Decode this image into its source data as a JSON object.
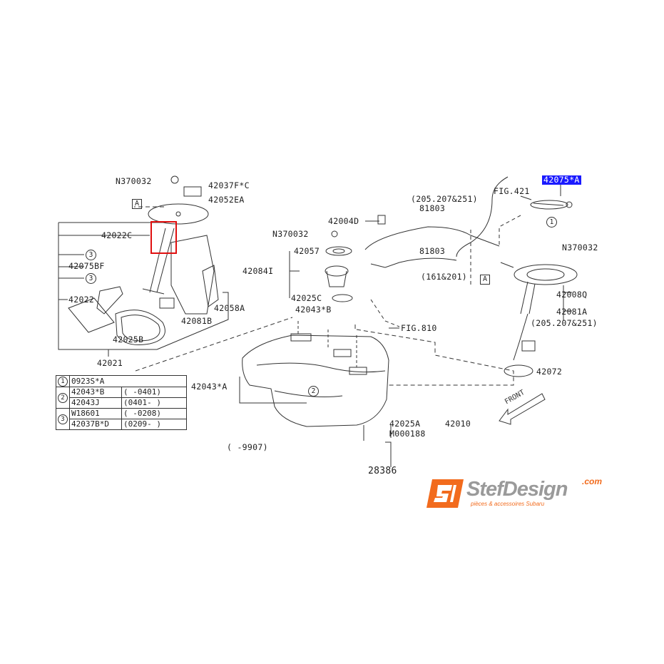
{
  "labels": {
    "n370032_top": "N370032",
    "p42037fc": "42037F*C",
    "p42052ea": "42052EA",
    "p42022c": "42022C",
    "p42075bf": "42075BF",
    "p42022": "42022",
    "p42081b": "42081B",
    "p42058a": "42058A",
    "p42025b": "42025B",
    "p42021": "42021",
    "p42004d": "42004D",
    "n370032_mid": "N370032",
    "p42057": "42057",
    "p42084i": "42084I",
    "p42025c": "42025C",
    "p42043b": "42043*B",
    "p42043a": "42043*A",
    "p42025a": "42025A",
    "m000188": "M000188",
    "p42010": "42010",
    "p28386": "28386",
    "range_9907": "(    -9907)",
    "range_205_top": "(205.207&251)",
    "p81803_top": "81803",
    "p81803_mid": "81803",
    "range_161": "(161&201)",
    "fig810": "FIG.810",
    "fig421": "FIG.421",
    "p42075a": "42075*A",
    "n370032_right": "N370032",
    "p42008q": "42008Q",
    "p42081a": "42081A",
    "range_205_right": "(205.207&251)",
    "p42072": "42072",
    "front": "FRONT",
    "boxA_left": "A",
    "boxA_right": "A",
    "circ1_right": "1",
    "circ3_a": "3",
    "circ3_b": "3",
    "circ2_tank": "2"
  },
  "key_table": [
    {
      "ref": "1",
      "part": "0923S*A",
      "range": ""
    },
    {
      "ref": "2",
      "part": "42043*B",
      "range": "(     -0401)"
    },
    {
      "ref": "",
      "part": "42043J",
      "range": "(0401-     )"
    },
    {
      "ref": "3",
      "part": "W18601",
      "range": "(     -0208)"
    },
    {
      "ref": "",
      "part": "42037B*D",
      "range": "(0209-     )"
    }
  ],
  "logo": {
    "mark": "SD",
    "word": "StefDesign",
    "com": ".com",
    "tagline": "pièces & accessoires Subaru",
    "orange": "#f26b1d",
    "grey": "#9a9a9a"
  },
  "colors": {
    "line": "#333333",
    "highlight": "#1a1aff",
    "callout_box": "#e01010"
  }
}
